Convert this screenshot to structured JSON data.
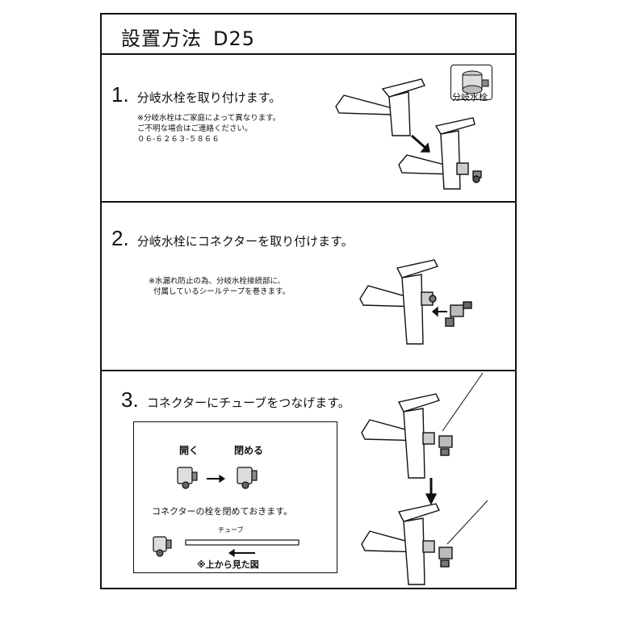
{
  "header": {
    "title": "設置方法",
    "code": "D25"
  },
  "step1": {
    "number": "1.",
    "text": "分岐水栓を取り付けます。",
    "note": "※分岐水栓はご家庭によって異なります。\nご不明な場合はご連絡ください。\n０６‐６２６３‐５８６６",
    "badge_label": "分岐水栓"
  },
  "step2": {
    "number": "2.",
    "text": "分岐水栓にコネクターを取り付けます。",
    "note": "※水漏れ防止の為、分岐水栓接続部に、\n  付属しているシールテープを巻きます。"
  },
  "step3": {
    "number": "3.",
    "text": "コネクターにチューブをつなげます。",
    "open_label": "開く",
    "close_label": "閉める",
    "instruction": "コネクターの栓を閉めておきます。",
    "tube_label": "チューブ",
    "view_note": "※上から見た図"
  }
}
